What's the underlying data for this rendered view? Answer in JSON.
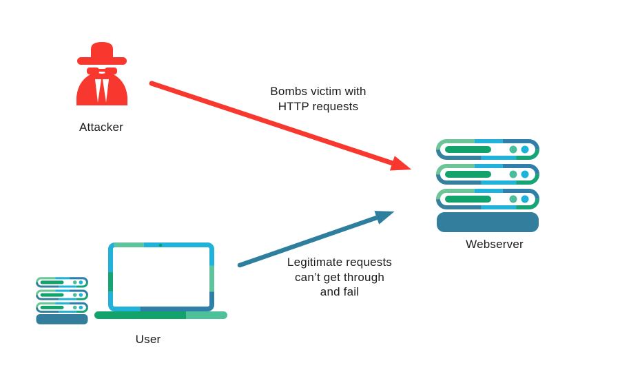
{
  "diagram": {
    "title_implicit": "DDoS attack diagram",
    "nodes": {
      "attacker": {
        "label": "Attacker",
        "icon": "spy-icon"
      },
      "webserver": {
        "label": "Webserver",
        "icon": "server-stack-icon"
      },
      "user": {
        "label": "User",
        "icons": [
          "server-stack-icon",
          "laptop-icon"
        ]
      }
    },
    "flows": {
      "attack": {
        "label": "Bombs victim with\nHTTP requests",
        "from": "Attacker",
        "to": "Webserver",
        "color": "#f8382e"
      },
      "legitimate": {
        "label": "Legitimate requests\ncan’t get through\nand fail",
        "from": "User",
        "to": "Webserver",
        "color": "#2e7f9d"
      }
    },
    "colors": {
      "attack_red": "#f8382e",
      "flow_teal": "#2e7f9d",
      "green": "#12a26b",
      "light_green": "#6cc497",
      "sea_green": "#5fc39b",
      "cyan": "#22b1d8",
      "steel_blue": "#2f7fa8",
      "teal_base": "#337e9c",
      "dot_green": "#4cbd9c",
      "dot_cyan": "#1cb4dc",
      "text": "#1a1a1a",
      "background": "#ffffff"
    }
  }
}
